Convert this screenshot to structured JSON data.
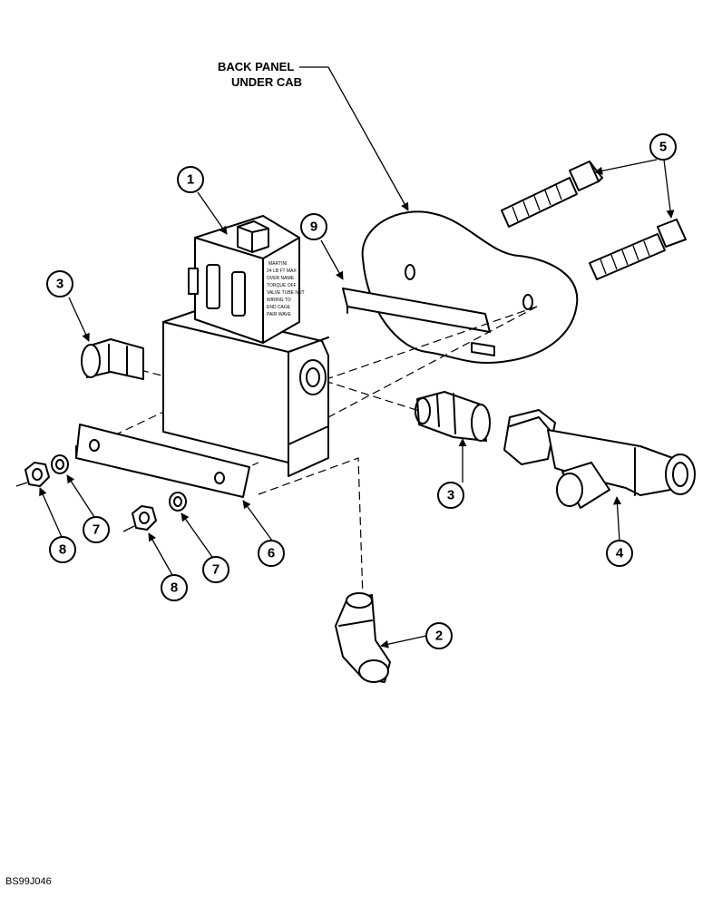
{
  "diagram": {
    "back_panel_label": [
      "BACK PANEL",
      "UNDER CAB"
    ],
    "drawing_ref": "BS99J046",
    "callouts": {
      "c1": "1",
      "c2": "2",
      "c3a": "3",
      "c3b": "3",
      "c4": "4",
      "c5": "5",
      "c6": "6",
      "c7a": "7",
      "c7b": "7",
      "c8a": "8",
      "c8b": "8",
      "c9": "9"
    }
  }
}
